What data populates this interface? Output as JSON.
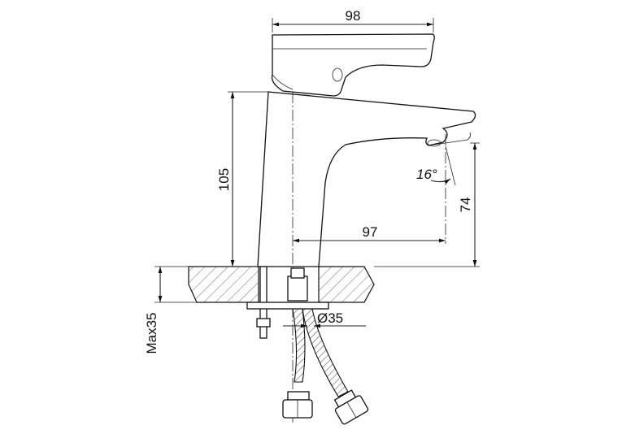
{
  "dimensions": {
    "handle_width": "98",
    "body_height": "105",
    "spout_reach": "97",
    "spout_outlet_height": "74",
    "spout_angle": "16°",
    "hole_diameter": "Ø35",
    "max_countertop_thickness": "Max35"
  }
}
